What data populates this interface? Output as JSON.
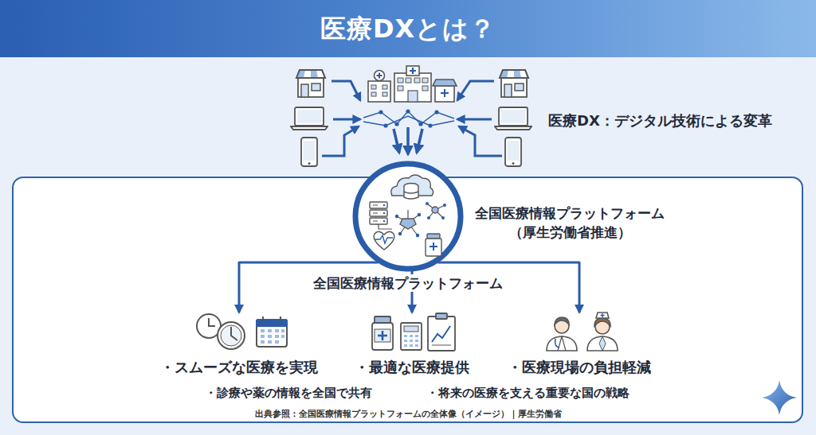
{
  "diagram": {
    "title": "医療DXとは？",
    "caption": "出典参照：全国医療情報プラットフォームの全体像（イメージ）｜厚生労働省",
    "nodes": [
      {
        "text": [
          "・診療や薬の情報を全国で共有",
          "・将来の医療を支える重要な国の戦略"
        ]
      },
      {
        "text": [
          "全国医療情報プラットフォーム （厚生労働省推進）",
          "全国医療情報プラットフォーム"
        ],
        "in": 0
      },
      {
        "text": [
          "・スムーズな医療を実現"
        ],
        "in": 0
      },
      {
        "text": [
          "・最適な医療提供"
        ],
        "in": 0
      },
      {
        "text": [
          "・医療現場の負担軽減"
        ],
        "in": 0
      }
    ],
    "edges": [
      {
        "from": 1,
        "to": 2,
        "arrow": "to"
      },
      {
        "from": 1,
        "to": 3,
        "arrow": "to"
      },
      {
        "from": 1,
        "to": 4,
        "arrow": "to"
      }
    ],
    "labels": [
      "医療DX：デジタル技術による変革"
    ]
  }
}
